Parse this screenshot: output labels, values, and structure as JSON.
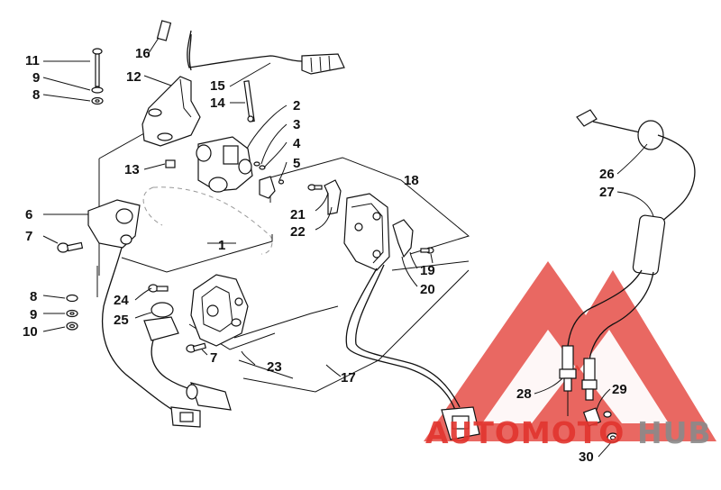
{
  "diagram": {
    "type": "exploded-parts-diagram",
    "callouts": [
      "1",
      "2",
      "3",
      "4",
      "5",
      "6",
      "7",
      "8",
      "9",
      "10",
      "11",
      "12",
      "13",
      "14",
      "15",
      "16",
      "17",
      "18",
      "19",
      "20",
      "21",
      "22",
      "23",
      "24",
      "25",
      "26",
      "27",
      "28",
      "29",
      "30"
    ],
    "callouts_left": [
      "11",
      "9",
      "8",
      "6",
      "7",
      "8",
      "9",
      "10"
    ]
  },
  "watermark": {
    "word1": "AUTOMOTO",
    "word2": "HUB",
    "color_primary": "#e2352e",
    "color_secondary": "#8a8a8a"
  }
}
